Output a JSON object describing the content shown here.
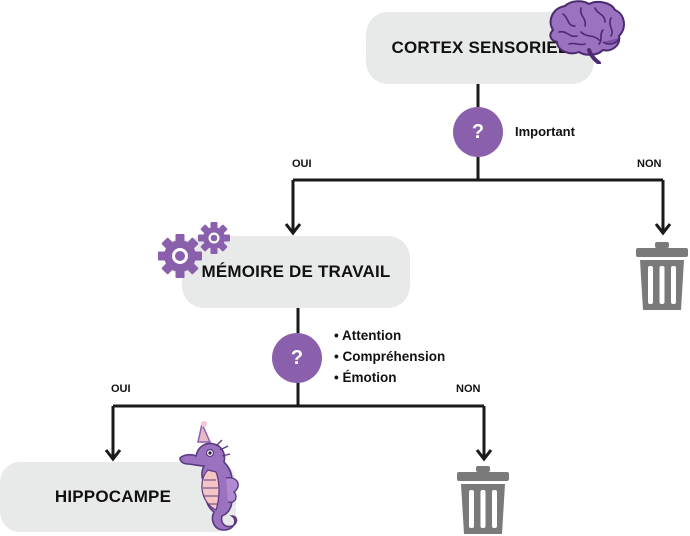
{
  "nodes": {
    "sensory_cortex": "CORTEX SENSORIEL",
    "working_memory": "MÉMOIRE DE TRAVAIL",
    "hippocampus": "HIPPOCAMPE"
  },
  "decision_1": {
    "symbol": "?",
    "label": "Important",
    "yes_label": "OUI",
    "no_label": "NON"
  },
  "decision_2": {
    "symbol": "?",
    "criteria": [
      "Attention",
      "Compréhension",
      "Émotion"
    ],
    "yes_label": "OUI",
    "no_label": "NON"
  },
  "icons": [
    "brain-icon",
    "gears-icon",
    "seahorse-icon",
    "trash-can-icon",
    "trash-can-icon"
  ],
  "colors": {
    "node_background": "#e8e9e9",
    "decision_circle": "#8a60ad",
    "connector": "#1a1a1a",
    "trash": "#7a7a7a"
  }
}
